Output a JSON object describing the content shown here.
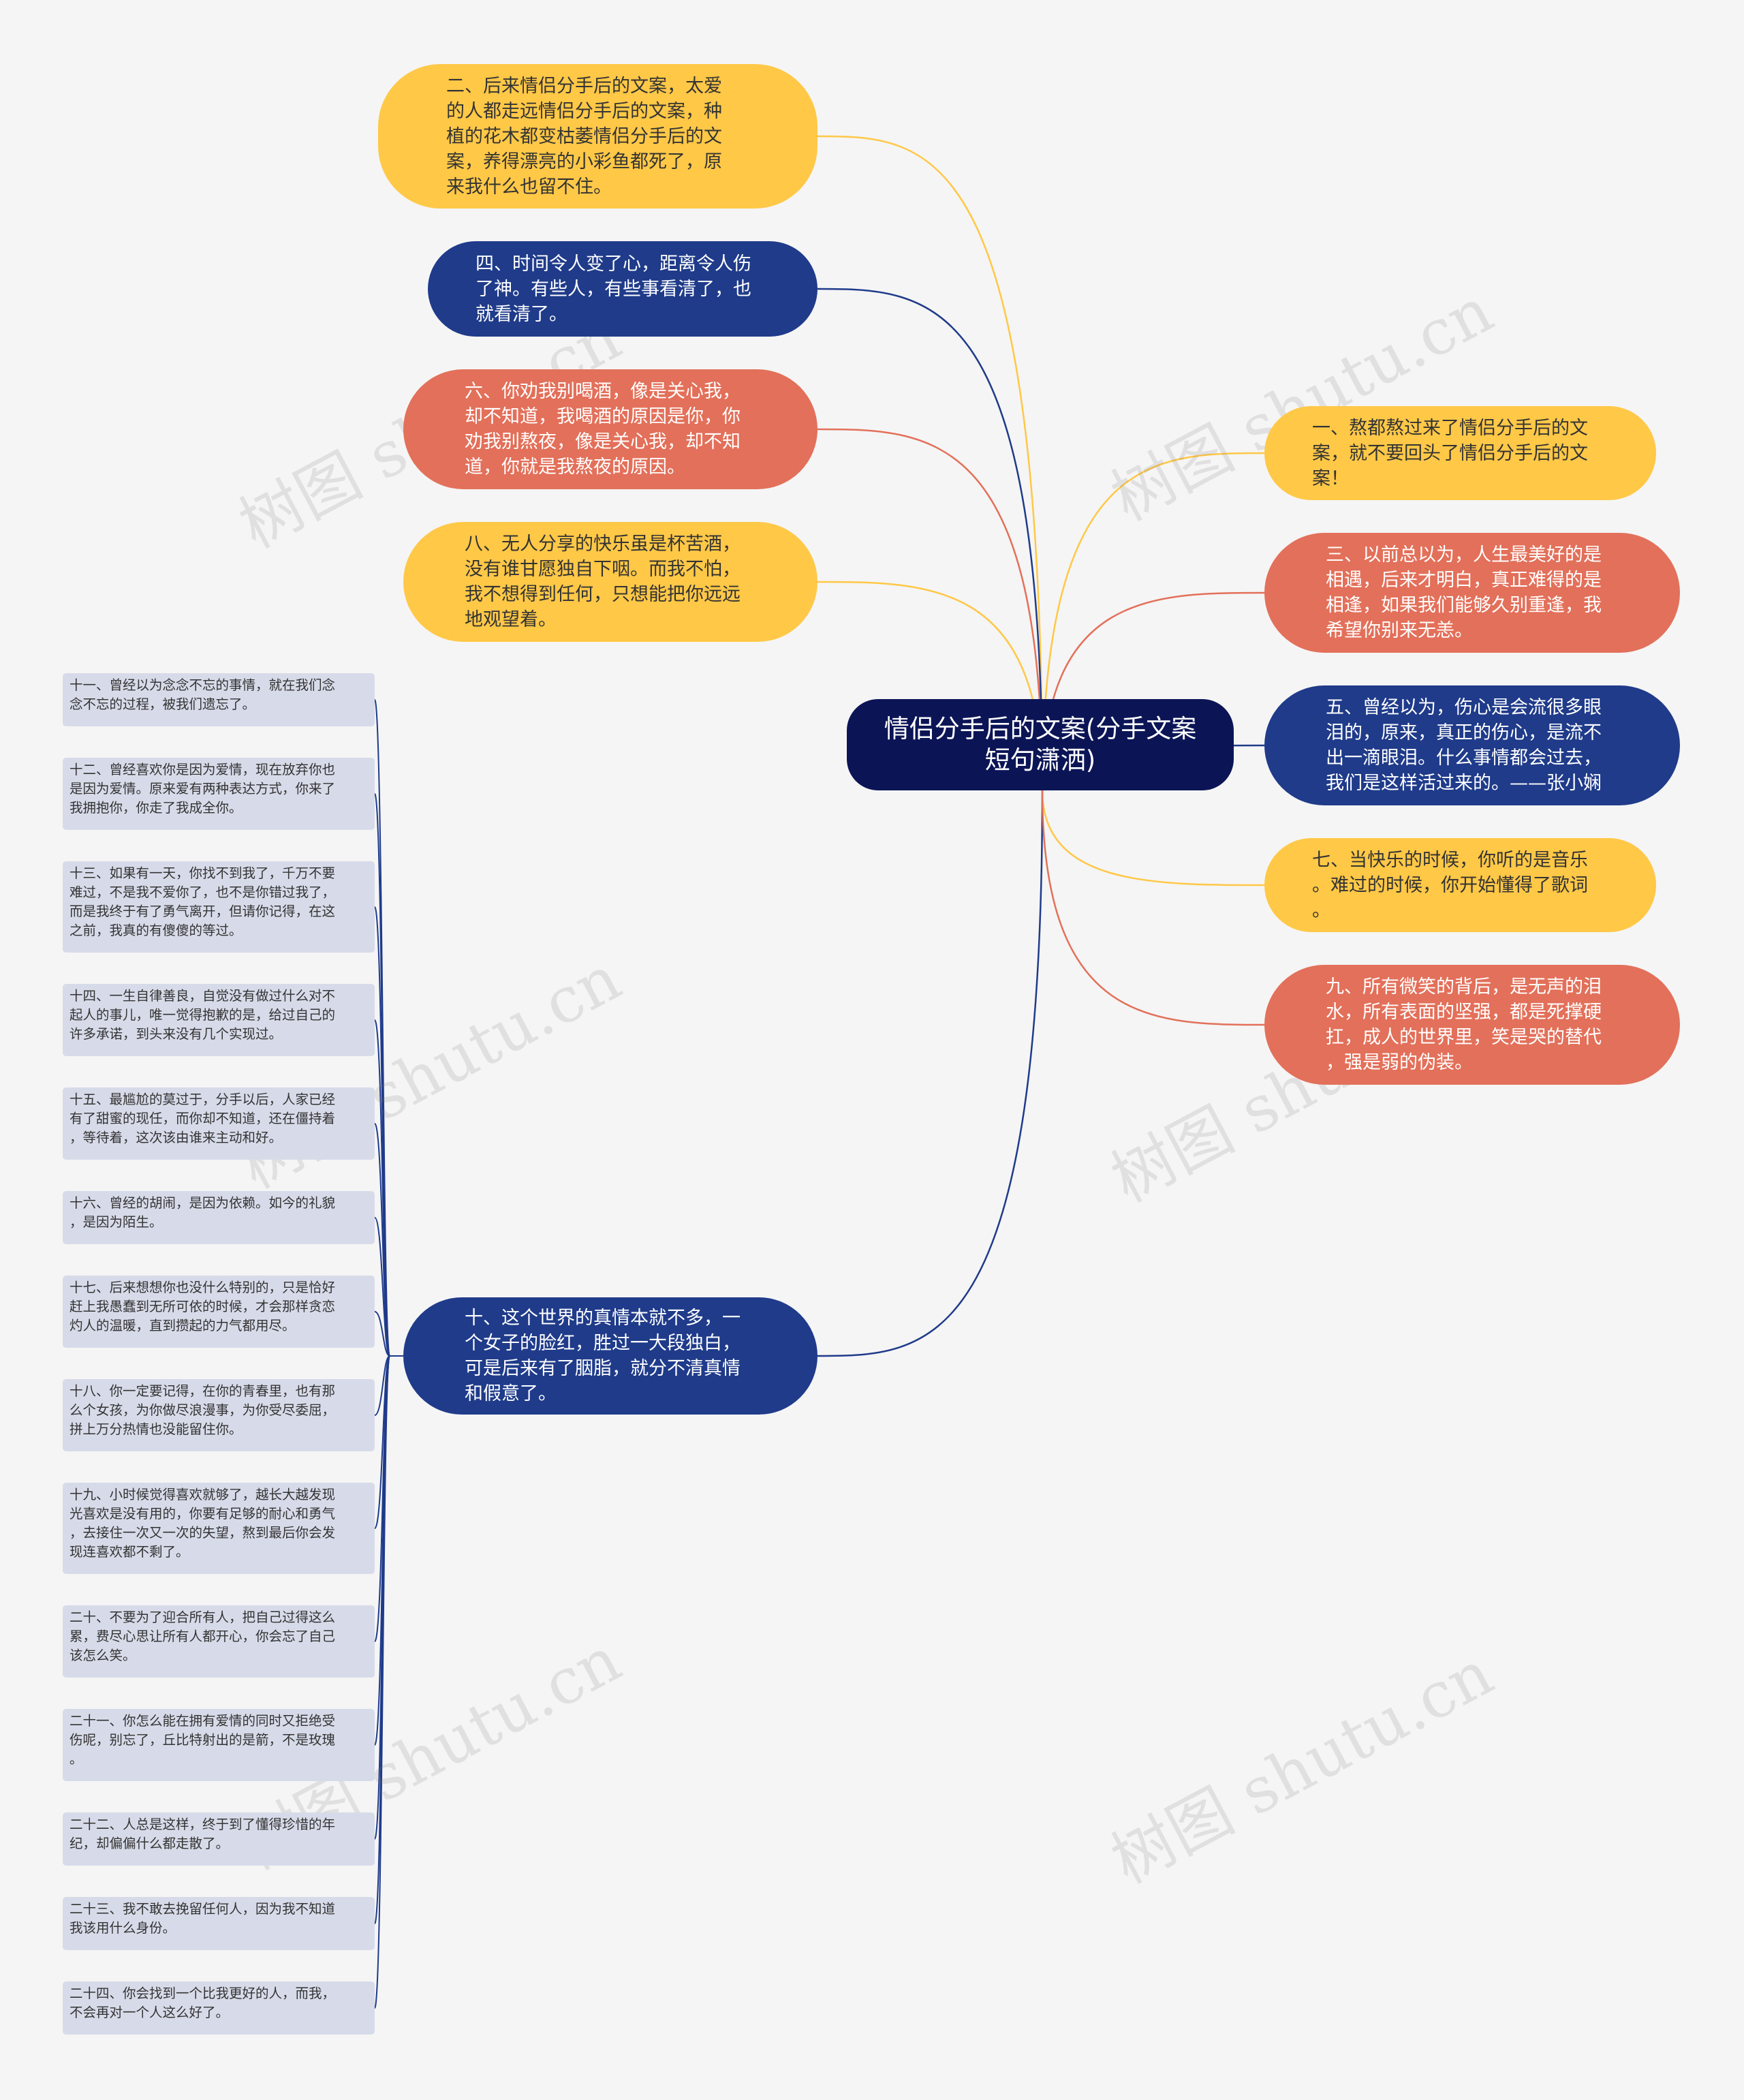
{
  "center": {
    "text": "情侣分手后的文案(分手文案短句潇洒)"
  },
  "colors": {
    "yellow": "#ffc847",
    "red": "#e3705a",
    "blue": "#1f3b8a",
    "center": "#0b1556",
    "small": "#d7dbe9",
    "bracket": "#1f3b8a"
  },
  "left_nodes": [
    {
      "text": "二、后来情侣分手后的文案，太爱\n的人都走远情侣分手后的文案，种\n植的花木都变枯萎情侣分手后的文\n案，养得漂亮的小彩鱼都死了，原\n来我什么也留不住。",
      "color": "yellow"
    },
    {
      "text": "四、时间令人变了心，距离令人伤\n了神。有些人，有些事看清了，也\n就看清了。",
      "color": "blue"
    },
    {
      "text": "六、你劝我别喝酒，像是关心我，\n却不知道，我喝酒的原因是你，你\n劝我别熬夜，像是关心我，却不知\n道，你就是我熬夜的原因。",
      "color": "red"
    },
    {
      "text": "八、无人分享的快乐虽是杯苦酒，\n没有谁甘愿独自下咽。而我不怕，\n我不想得到任何，只想能把你远远\n地观望着。",
      "color": "yellow"
    },
    {
      "text": "十、这个世界的真情本就不多，一\n个女子的脸红，胜过一大段独白，\n可是后来有了胭脂，就分不清真情\n和假意了。",
      "color": "blue"
    }
  ],
  "right_nodes": [
    {
      "text": "一、熬都熬过来了情侣分手后的文\n案，就不要回头了情侣分手后的文\n案！",
      "color": "yellow"
    },
    {
      "text": "三、以前总以为，人生最美好的是\n相遇，后来才明白，真正难得的是\n相逢，如果我们能够久别重逢，我\n希望你别来无恙。",
      "color": "red"
    },
    {
      "text": "五、曾经以为，伤心是会流很多眼\n泪的，原来，真正的伤心，是流不\n出一滴眼泪。什么事情都会过去，\n我们是这样活过来的。——张小娴",
      "color": "blue"
    },
    {
      "text": "七、当快乐的时候，你听的是音乐\n。难过的时候，你开始懂得了歌词\n。",
      "color": "yellow"
    },
    {
      "text": "九、所有微笑的背后，是无声的泪\n水，所有表面的坚强，都是死撑硬\n扛，成人的世界里，笑是哭的替代\n，强是弱的伪装。",
      "color": "red"
    }
  ],
  "sub_nodes": [
    {
      "text": "十一、曾经以为念念不忘的事情，就在我们念\n念不忘的过程，被我们遗忘了。"
    },
    {
      "text": "十二、曾经喜欢你是因为爱情，现在放弃你也\n是因为爱情。原来爱有两种表达方式，你来了\n我拥抱你，你走了我成全你。"
    },
    {
      "text": "十三、如果有一天，你找不到我了，千万不要\n难过，不是我不爱你了，也不是你错过我了，\n而是我终于有了勇气离开，但请你记得，在这\n之前，我真的有傻傻的等过。"
    },
    {
      "text": "十四、一生自律善良，自觉没有做过什么对不\n起人的事儿，唯一觉得抱歉的是，给过自己的\n许多承诺，到头来没有几个实现过。"
    },
    {
      "text": "十五、最尴尬的莫过于，分手以后，人家已经\n有了甜蜜的现任，而你却不知道，还在僵持着\n，等待着，这次该由谁来主动和好。"
    },
    {
      "text": "十六、曾经的胡闹，是因为依赖。如今的礼貌\n，是因为陌生。"
    },
    {
      "text": "十七、后来想想你也没什么特别的，只是恰好\n赶上我愚蠢到无所可依的时候，才会那样贪恋\n灼人的温暖，直到攒起的力气都用尽。"
    },
    {
      "text": "十八、你一定要记得，在你的青春里，也有那\n么个女孩，为你做尽浪漫事，为你受尽委屈，\n拼上万分热情也没能留住你。"
    },
    {
      "text": "十九、小时候觉得喜欢就够了，越长大越发现\n光喜欢是没有用的，你要有足够的耐心和勇气\n，去接住一次又一次的失望，熬到最后你会发\n现连喜欢都不剩了。"
    },
    {
      "text": "二十、不要为了迎合所有人，把自己过得这么\n累，费尽心思让所有人都开心，你会忘了自己\n该怎么笑。"
    },
    {
      "text": "二十一、你怎么能在拥有爱情的同时又拒绝受\n伤呢，别忘了，丘比特射出的是箭，不是玫瑰\n。"
    },
    {
      "text": "二十二、人总是这样，终于到了懂得珍惜的年\n纪，却偏偏什么都走散了。"
    },
    {
      "text": "二十三、我不敢去挽留任何人，因为我不知道\n我该用什么身份。"
    },
    {
      "text": "二十四、你会找到一个比我更好的人，而我，\n不会再对一个人这么好了。"
    }
  ],
  "watermark": "树图 shutu.cn"
}
